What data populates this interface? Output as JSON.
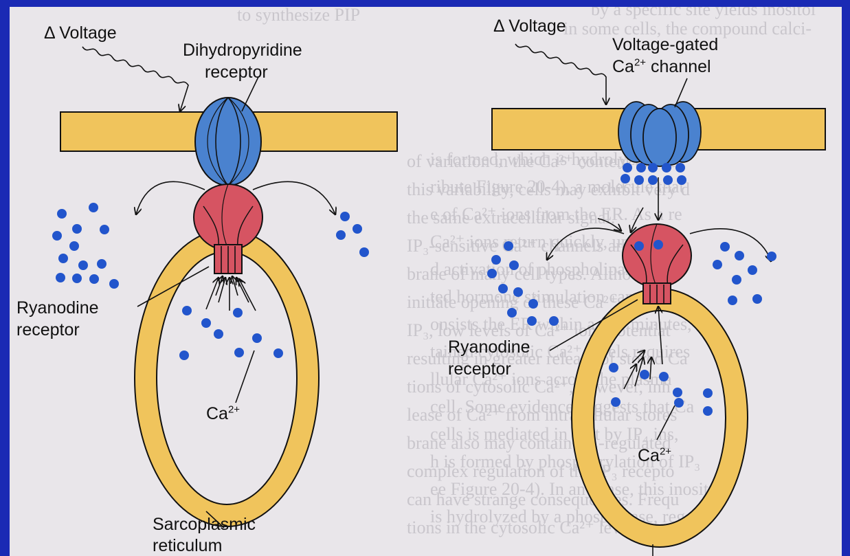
{
  "left_panel": {
    "stimulus_label": "Δ Voltage",
    "sensor_label": [
      "Dihydropyridine",
      "receptor"
    ],
    "release_channel_label": [
      "Ryanodine",
      "receptor"
    ],
    "ion_label": {
      "base": "Ca",
      "charge": "2+"
    },
    "organelle_label": [
      "Sarcoplasmic",
      "reticulum"
    ]
  },
  "right_panel": {
    "stimulus_label": "Δ Voltage",
    "sensor_label": {
      "line1": "Voltage-gated",
      "line2_ion": "Ca",
      "line2_charge": "2+",
      "line2_rest": " channel"
    },
    "release_channel_label": [
      "Ryanodine",
      "receptor"
    ],
    "ion_label": {
      "base": "Ca",
      "charge": "2+"
    }
  },
  "background_text": {
    "top_left": "to synthesize PIP",
    "top_right": [
      "by a specific site yields inositol",
      "in some cells, the compound calci-"
    ],
    "middle_column": [
      "of variation in the Ca²⁺ content of the",
      "this variability, cells may exhibit very d",
      "the same extracellular signal.",
      "IP₃-sensitive Ca²⁺ channels are pre",
      "brane of many cell types. Although cy",
      "initiate opening of these Ca²⁺ channe",
      "IP₃, low levels of Ca²⁺ ions potentiat",
      "resulting in greater release of stored Ca",
      "tions of cytosolic Ca²⁺, however, inh",
      "lease of Ca²⁺ from intracellular stores",
      "brane also may contain IP₃-regulated",
      "complex regulation of the IP₃ recepto",
      "can have strange consequences. Frequ",
      "tions in the cytosolic Ca²⁺ level are see"
    ],
    "right_column": [
      "is formed, which is hydrolyzed to P",
      "ribute Figure 20-4), a molecule that",
      "e of Ca²⁺ ions from the ER. As a re",
      "Ca²⁺ ions return quickly, unless",
      "d activation of phospholipase C.",
      "ted hormone stimulation can deplete",
      "onsists the ER within a few minutes,",
      "tained cytosolic Ca²⁺ levels requires",
      "llular Ca²⁺ ions across the plasma",
      "cell. Some evidence suggests that Ca",
      "cells is mediated in part by IP₄ ins,",
      "h is formed by phosphorylation of IP₃",
      "ee Figure 20-4). In any case, this inositol",
      "is hydrolyzed by a phosphatase, regen-"
    ]
  },
  "colors": {
    "frame_blue": "#1a2ab4",
    "membrane_yellow": "#f0c45c",
    "receptor_blue": "#4a82cf",
    "receptor_red": "#d65462",
    "ion_blue": "#2255cc",
    "page_background": "#e9e6ea"
  }
}
